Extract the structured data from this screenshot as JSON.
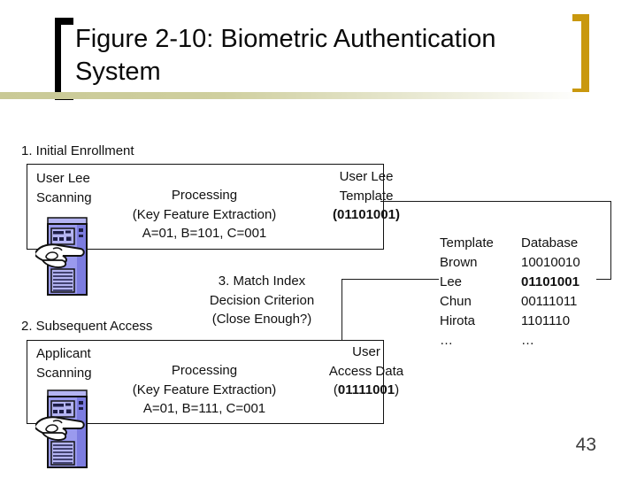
{
  "slide": {
    "title": "Figure 2-10: Biometric Authentication System",
    "page_number": "43",
    "colors": {
      "bracket_gold": "#c9980e",
      "bracket_black": "#000000",
      "rule_olive": "#c9c996",
      "icon_purple": "#9a9aee",
      "icon_purple_dark": "#7c7ce0"
    },
    "icons": {
      "scanner_icon": "computer-tower-with-pointing-hand"
    }
  },
  "sections": {
    "step1_label": "1. Initial Enrollment",
    "step2_label": "2. Subsequent Access",
    "step3_label": "3. Match Index\nDecision Criterion\n(Close Enough?)"
  },
  "enrollment_box": {
    "scanner_label": "User Lee\nScanning",
    "processing_line1": "Processing",
    "processing_line2": "(Key Feature Extraction)",
    "processing_line3": "A=01, B=101, C=001",
    "output_line1": "User Lee",
    "output_line2": "Template",
    "output_value": "(01101001)"
  },
  "access_box": {
    "scanner_label": "Applicant\nScanning",
    "processing_line1": "Processing",
    "processing_line2": "(Key Feature Extraction)",
    "processing_line3": "A=01, B=111, C=001",
    "output_line1": "User",
    "output_line2": "Access Data",
    "output_value_open": "(",
    "output_value_digits": "01111001",
    "output_value_close": ")"
  },
  "template_database": {
    "col1_header": "Template",
    "col2_header": "Database",
    "rows": [
      {
        "name": "Brown",
        "value": "10010010"
      },
      {
        "name": "Lee",
        "value": "01101001"
      },
      {
        "name": "Chun",
        "value": "00111011"
      },
      {
        "name": "Hirota",
        "value": "1101110"
      },
      {
        "name": "…",
        "value": "…"
      }
    ]
  }
}
